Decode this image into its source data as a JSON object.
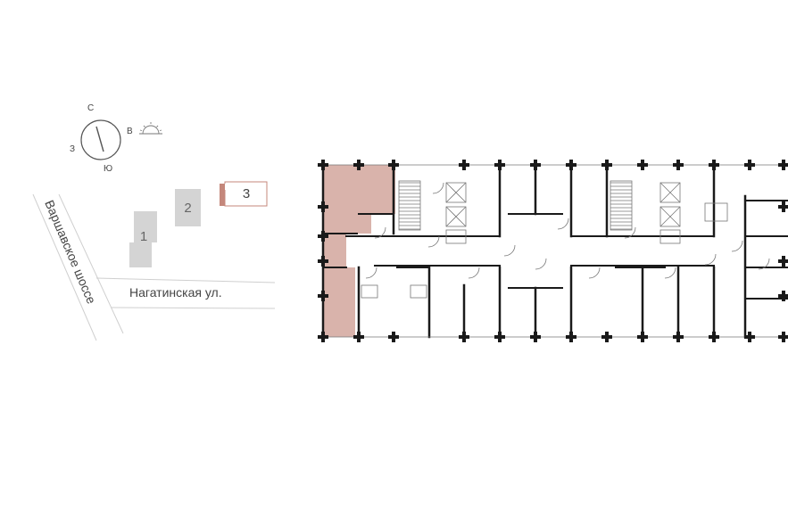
{
  "compass": {
    "north": "С",
    "south": "Ю",
    "west": "З",
    "east": "В",
    "sun_icon": "sunrise-icon"
  },
  "site_plan": {
    "buildings": [
      {
        "label": "1"
      },
      {
        "label": "2"
      },
      {
        "label": "3",
        "selected": true
      }
    ],
    "streets": {
      "highway": "Варшавское шоссе",
      "street": "Нагатинская ул."
    }
  },
  "floor_plan": {
    "highlight_color": "#d9b3ab",
    "wall_color": "#1a1a1a",
    "accent_color": "#c4877b"
  }
}
